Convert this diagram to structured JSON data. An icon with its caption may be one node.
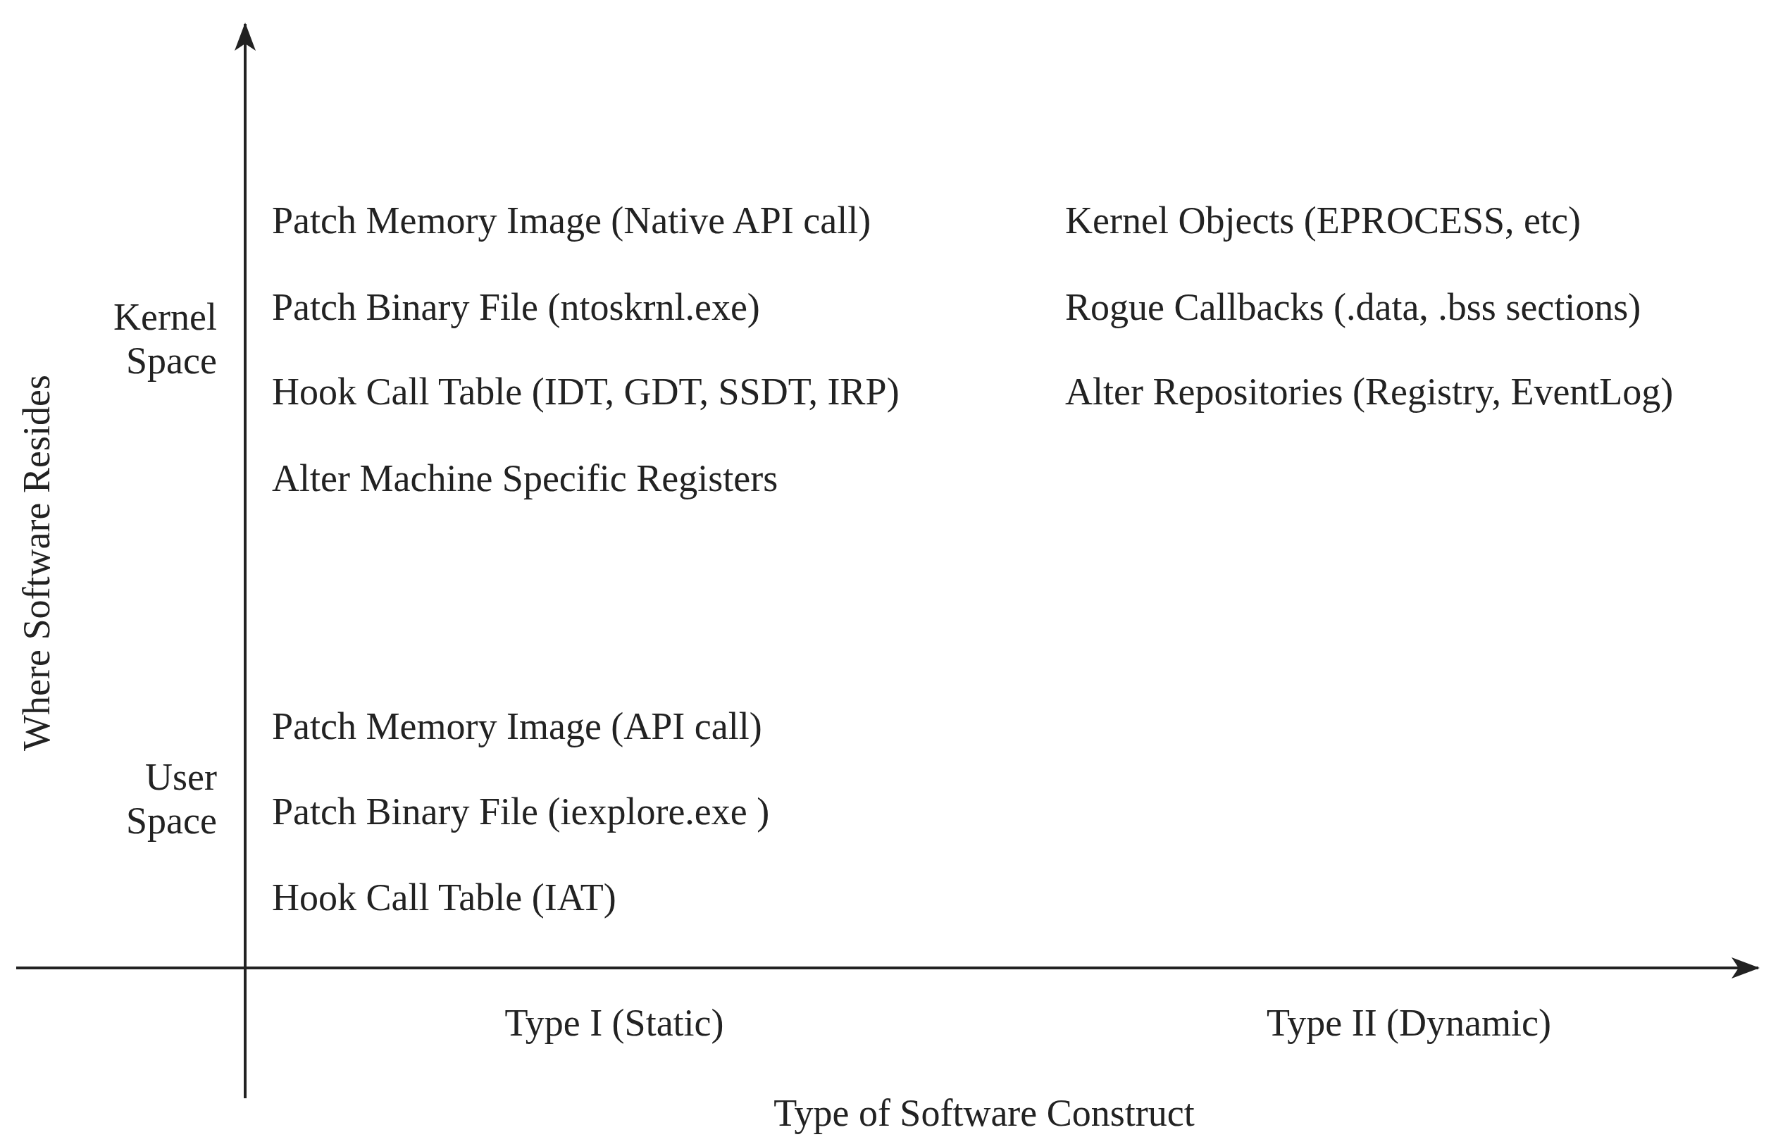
{
  "diagram": {
    "labels": [
      "Patch Memory Image (Native API call)",
      "Kernel Objects (EPROCESS, etc)",
      "Kernel Space",
      "Patch Binary File (ntoskrnl.exe)",
      "Rogue Callbacks (.data, .bss sections)",
      "Hook Call Table (IDT, GDT, SSDT, IRP)",
      "Alter Repositories (Registry, EventLog)",
      "Alter Machine Specific Registers",
      "Where Software Resides",
      "Patch Memory Image (API call)",
      "User Space",
      "Patch Binary File (iexplore.exe )",
      "Hook Call Table (IAT)",
      "Type I (Static)",
      "Type II (Dynamic)",
      "Type of Software Construct"
    ]
  }
}
